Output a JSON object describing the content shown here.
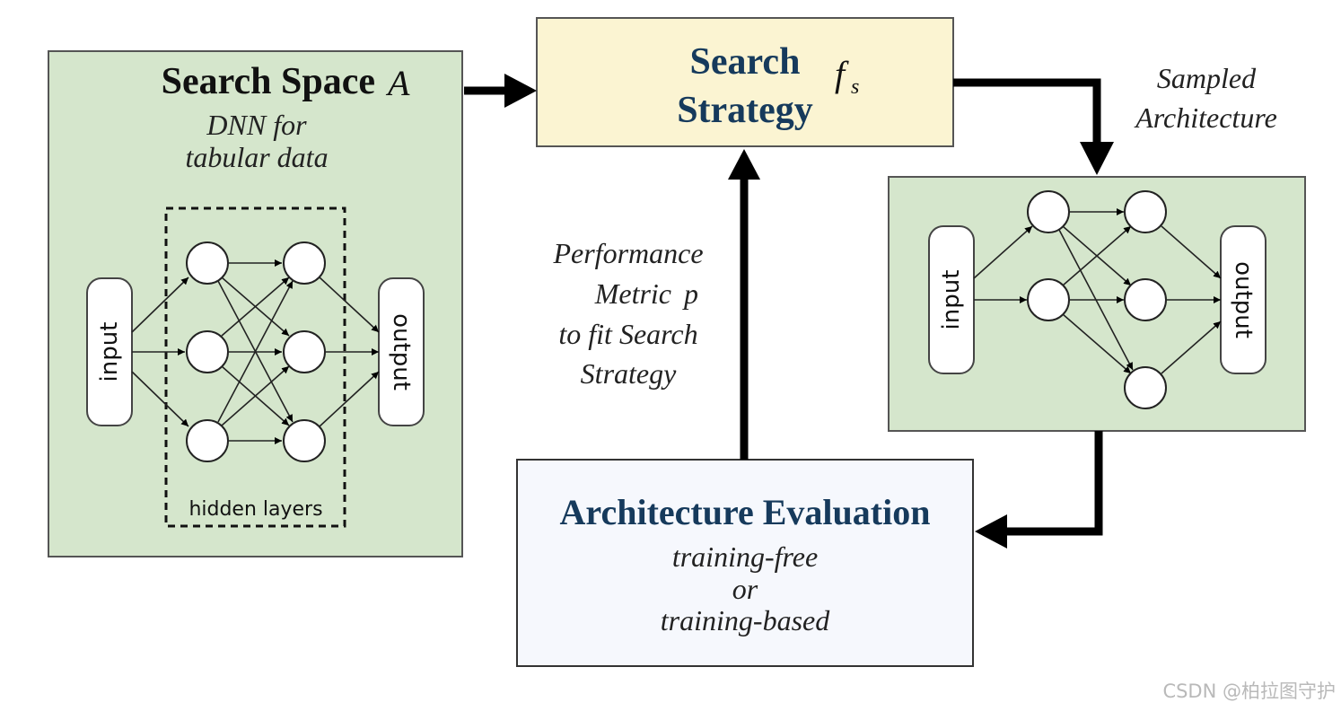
{
  "search_space": {
    "title": "Search Space",
    "symbol": "A",
    "subtitle_line1": "DNN for",
    "subtitle_line2": "tabular data",
    "input_label": "input",
    "output_label": "output",
    "hidden_label": "hidden layers"
  },
  "search_strategy": {
    "title_line1": "Search",
    "title_line2": "Strategy",
    "symbol": "f",
    "symbol_sub": "s"
  },
  "sampled": {
    "label_line1": "Sampled",
    "label_line2": "Architecture",
    "input_label": "input",
    "output_label": "output"
  },
  "performance": {
    "line1": "Performance",
    "line2": "Metric",
    "symbol": "p",
    "line3": "to fit Search",
    "line4": "Strategy"
  },
  "evaluation": {
    "title": "Architecture Evaluation",
    "line1": "training-free",
    "line2": "or",
    "line3": "training-based"
  },
  "watermark": "CSDN @柏拉图守护",
  "colors": {
    "green_box": "#d5e6cc",
    "strategy_box": "#fbf4d2",
    "eval_box": "#f6f8fd",
    "title_navy": "#163a5c",
    "arrow": "#000000"
  }
}
